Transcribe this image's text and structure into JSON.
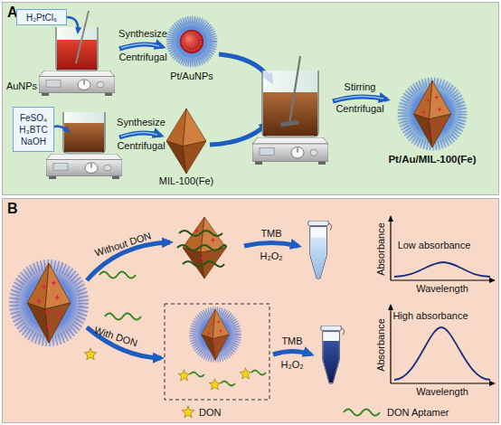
{
  "diagram": {
    "nodes": [
      {
        "text": [
          "A"
        ]
      },
      {
        "text": [
          "H₂PtCl₆"
        ],
        "in": 0
      },
      {
        "text": [
          "FeSO₄",
          "H₃BTC",
          "NaOH"
        ],
        "in": 0
      },
      {
        "text": [
          "Pt/AuNPs"
        ],
        "in": 0
      },
      {
        "text": [
          "MIL-100(Fe)"
        ],
        "in": 0
      },
      {
        "text": [
          "Pt/Au/MIL-100(Fe)"
        ],
        "in": 0
      },
      {
        "text": [
          "B"
        ]
      }
    ],
    "labels": [
      "AuNPs",
      "Synthesize",
      "Centrifugal",
      "Synthesize",
      "Centrifugal",
      "Stirring",
      "Centrifugal",
      "Without DON",
      "TMB",
      "H₂O₂",
      "Absorbance",
      "Low absorbance",
      "Wavelength",
      "With DON",
      "TMB",
      "H₂O₂",
      "Absorbance",
      "High absorbance",
      "Wavelength"
    ],
    "legend": [
      {
        "text": "DON"
      },
      {
        "text": "DON Aptamer"
      }
    ]
  }
}
